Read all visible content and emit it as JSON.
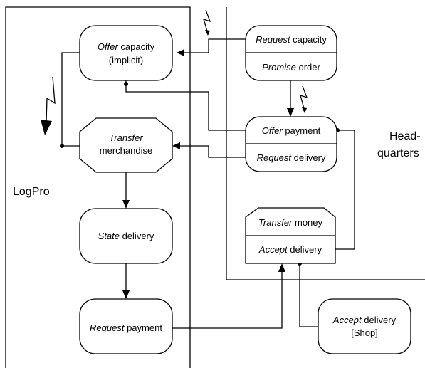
{
  "lanes": {
    "left": "LogPro",
    "right_line1": "Head-",
    "right_line2": "quarters"
  },
  "nodes": {
    "offer_capacity": {
      "verb": "Offer",
      "rest": " capacity",
      "line2": "(implicit)"
    },
    "transfer_merch": {
      "verb": "Transfer",
      "line2": "merchandise"
    },
    "state_delivery": {
      "verb": "State",
      "rest": " delivery"
    },
    "request_payment": {
      "verb": "Request",
      "rest": " payment"
    },
    "request_capacity": {
      "verb": "Request",
      "rest": " capacity"
    },
    "promise_order": {
      "verb": "Promise",
      "rest": " order"
    },
    "offer_payment": {
      "verb": "Offer",
      "rest": " payment"
    },
    "request_delivery": {
      "verb": "Request",
      "rest": " delivery"
    },
    "transfer_money": {
      "verb": "Transfer",
      "rest": " money"
    },
    "accept_delivery": {
      "verb": "Accept",
      "rest": " delivery"
    },
    "accept_delivery_shop": {
      "verb": "Accept",
      "rest": " delivery",
      "line2": "[Shop]"
    }
  },
  "icons": {
    "disruption": "lightning-bolt-icon"
  }
}
